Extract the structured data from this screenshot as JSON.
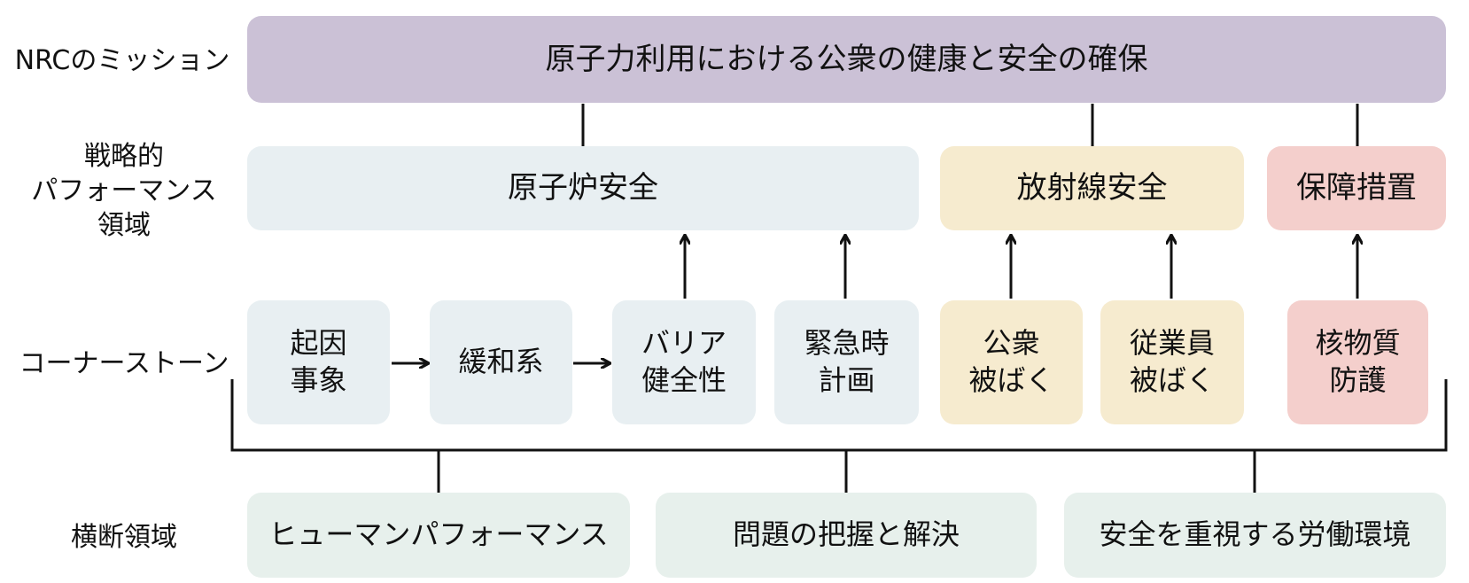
{
  "row_labels": {
    "mission": "NRCのミッション",
    "strategic": [
      "戦略的",
      "パフォーマンス",
      "領域"
    ],
    "cornerstones": "コーナーストーン",
    "crosscutting": "横断領域"
  },
  "mission": "原子力利用における公衆の健康と安全の確保",
  "strategic_areas": {
    "reactor_safety": "原子炉安全",
    "radiation_safety": "放射線安全",
    "safeguards": "保障措置"
  },
  "cornerstones": {
    "initiating_events": [
      "起因",
      "事象"
    ],
    "mitigating_systems": [
      "緩和系"
    ],
    "barrier_integrity": [
      "バリア",
      "健全性"
    ],
    "emergency_preparedness": [
      "緊急時",
      "計画"
    ],
    "public_exposure": [
      "公衆",
      "被ばく"
    ],
    "occupational_exposure": [
      "従業員",
      "被ばく"
    ],
    "security": [
      "核物質",
      "防護"
    ]
  },
  "crosscutting": {
    "human_performance": "ヒューマンパフォーマンス",
    "problem_identification": "問題の把握と解決",
    "safety_work_environment": "安全を重視する労働環境"
  },
  "colors": {
    "mission": "#cbc1d6",
    "reactor": "#e8eff2",
    "radiation": "#f6ebcf",
    "safeguards": "#f4cfcc",
    "crosscutting": "#e7f0ec",
    "lines": "#111111"
  }
}
